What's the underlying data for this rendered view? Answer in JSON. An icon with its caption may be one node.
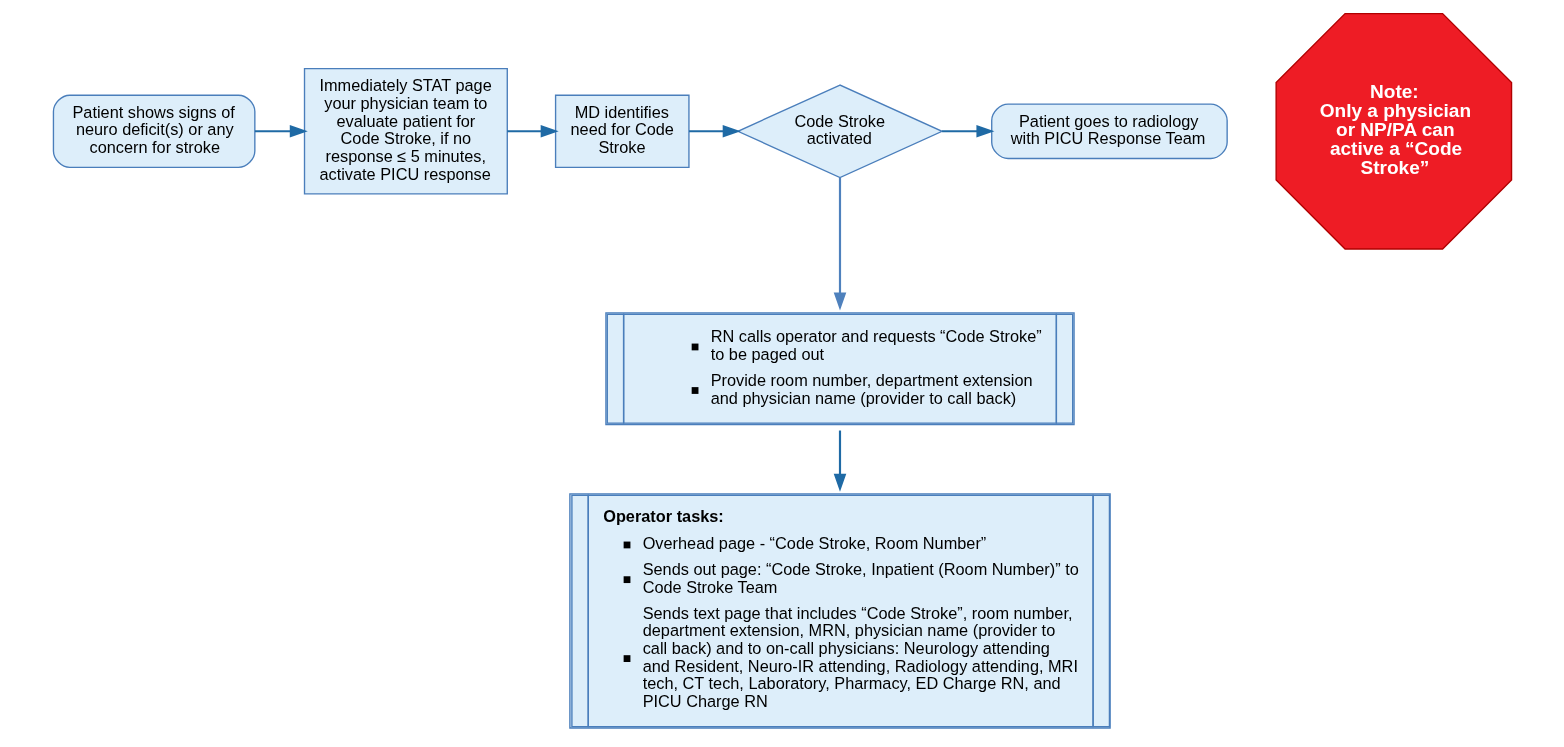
{
  "diagram": {
    "nodes": [
      {
        "text": [
          "Patient shows signs of neuro deficit(s) or any concern for stroke"
        ]
      },
      {
        "text": [
          "Immediately STAT page your physician team to evaluate patient for Code Stroke, if no response ≤ 5 minutes, activate PICU response"
        ]
      },
      {
        "text": [
          "MD identifies need for Code Stroke"
        ]
      },
      {
        "text": [
          "Code Stroke activated"
        ]
      },
      {
        "text": [
          "Patient goes to radiology with PICU Response Team"
        ]
      },
      {
        "text": [
          "RN calls operator and requests “Code Stroke” to be paged out",
          "Provide room number, department extension and physician name (provider to call back)"
        ]
      },
      {
        "text": [
          "Operator tasks:",
          "Overhead page - “Code Stroke, Room Number”",
          "Sends out page: “Code Stroke, Inpatient (Room Number)” to Code Stroke Team",
          "Sends text page that includes “Code Stroke”, room number, department extension, MRN, physician name (provider to call back) and to on-call physicians: Neurology attending and Resident, Neuro-IR attending, Radiology attending, MRI tech, CT tech, Laboratory, Pharmacy, ED Charge RN, and PICU Charge RN"
        ]
      },
      {
        "text": [
          "Note:",
          "Only a physician or NP/PA can active a “Code Stroke”"
        ]
      }
    ],
    "edges": [
      {
        "from": 0,
        "to": 1,
        "arrow": "to"
      },
      {
        "from": 1,
        "to": 2,
        "arrow": "to"
      },
      {
        "from": 2,
        "to": 3,
        "arrow": "to"
      },
      {
        "from": 3,
        "to": 4,
        "arrow": "to"
      },
      {
        "from": 3,
        "to": 5,
        "arrow": "to",
        "color": "#4f81bd"
      },
      {
        "from": 5,
        "to": 6,
        "arrow": "to"
      }
    ]
  }
}
